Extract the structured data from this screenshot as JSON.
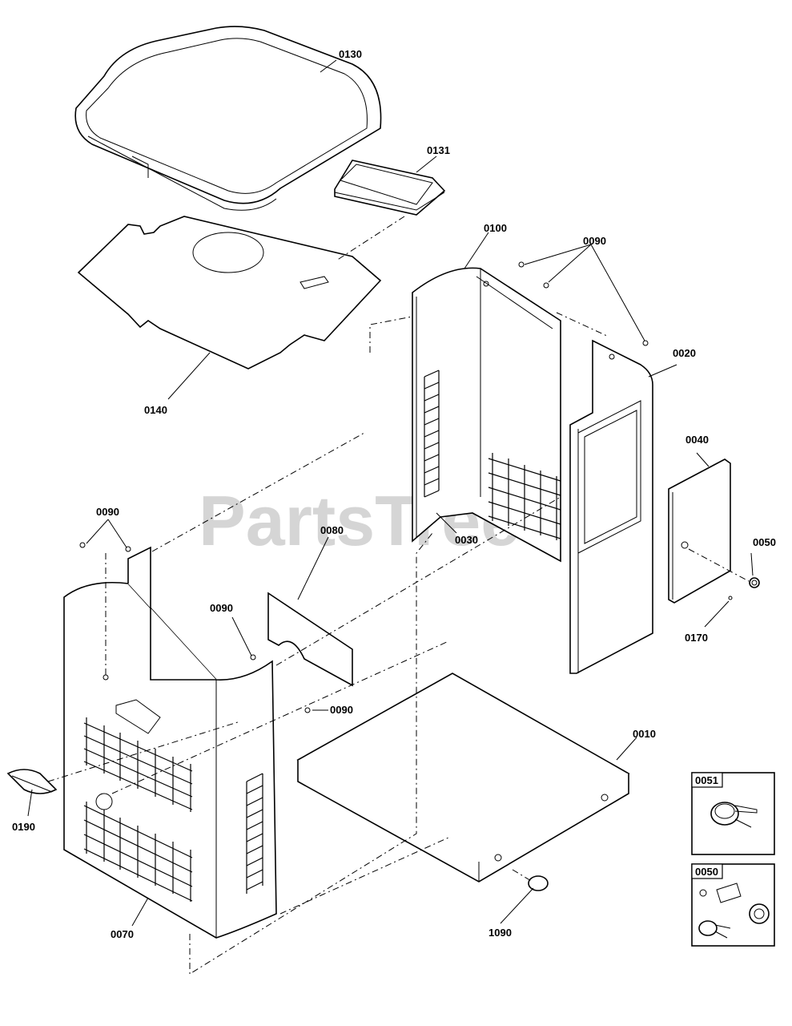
{
  "watermark": "PartsTree",
  "callouts": {
    "p0130": "0130",
    "p0131": "0131",
    "p0140": "0140",
    "p0100": "0100",
    "p0090_top": "0090",
    "p0020": "0020",
    "p0040": "0040",
    "p0050": "0050",
    "p0030": "0030",
    "p0170": "0170",
    "p0090_left": "0090",
    "p0080": "0080",
    "p0090_mid": "0090",
    "p0090_low": "0090",
    "p0010": "0010",
    "p0190": "0190",
    "p0070": "0070",
    "p1090": "1090"
  },
  "insets": {
    "box0051": "0051",
    "box0050": "0050"
  }
}
